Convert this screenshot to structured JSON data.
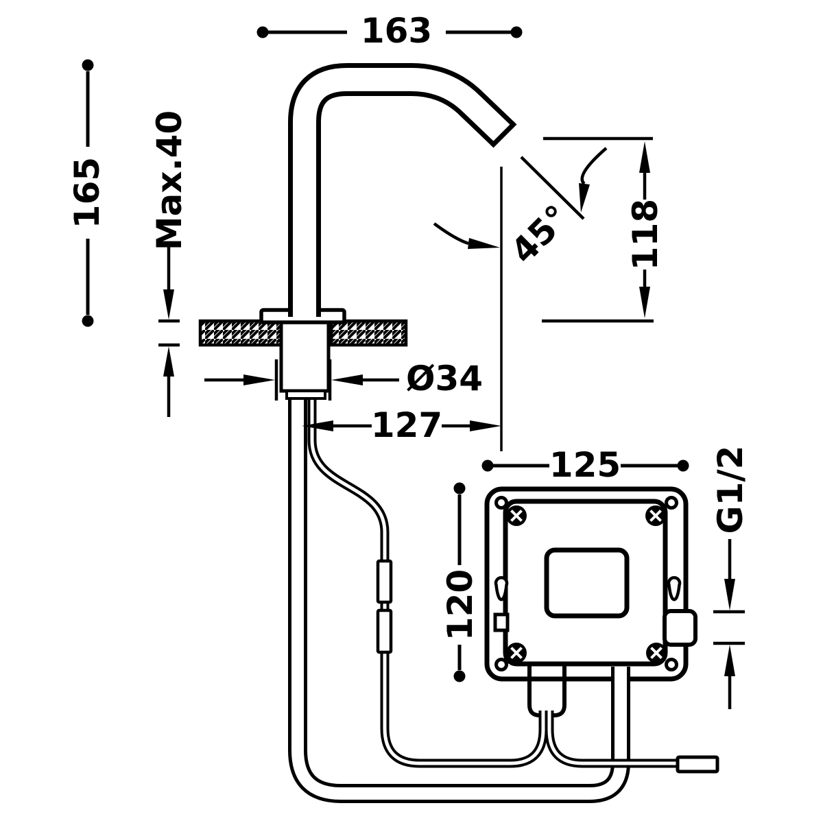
{
  "drawing": {
    "kind": "technical-dimension-drawing",
    "subject": "electronic sensor basin faucet with remote control box",
    "line_color": "#000000",
    "background_color": "#ffffff",
    "dimensions": {
      "spout_reach": "163",
      "spout_height": "165",
      "deck_max_thickness": "Max.40",
      "shank_diameter": "Ø34",
      "outlet_horizontal_offset": "127",
      "outlet_angle": "45°",
      "outlet_height_above_deck": "118",
      "control_box_width": "125",
      "control_box_height": "120",
      "outlet_thread": "G1/2"
    }
  }
}
